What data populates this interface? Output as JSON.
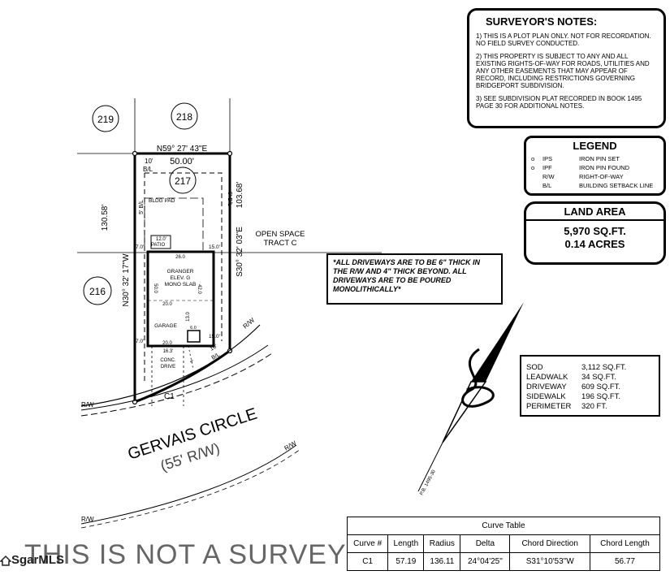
{
  "surveyor_notes": {
    "title": "SURVEYOR'S NOTES:",
    "notes": [
      "1) THIS IS A PLOT PLAN ONLY. NOT FOR RECORDATION. NO FIELD SURVEY CONDUCTED.",
      "2) THIS PROPERTY IS SUBJECT TO ANY AND ALL EXISTING RIGHTS-OF-WAY FOR ROADS, UTILITIES AND ANY OTHER EASEMENTS THAT MAY APPEAR OF RECORD, INCLUDING RESTRICTIONS GOVERNING BRIDGEPORT SUBDIVISION.",
      "3) SEE SUBDIVISION PLAT RECORDED IN BOOK 1495 PAGE 30 FOR ADDITIONAL NOTES."
    ]
  },
  "legend": {
    "title": "LEGEND",
    "rows": [
      {
        "symbol": "o",
        "abbr": "IPS",
        "desc": "IRON PIN SET"
      },
      {
        "symbol": "o",
        "abbr": "IPF",
        "desc": "IRON PIN FOUND"
      },
      {
        "symbol": "",
        "abbr": "R/W",
        "desc": "RIGHT-OF-WAY"
      },
      {
        "symbol": "",
        "abbr": "B/L",
        "desc": "BUILDING SETBACK LINE"
      }
    ]
  },
  "land_area": {
    "title": "LAND AREA",
    "sqft": "5,970 SQ.FT.",
    "acres": "0.14 ACRES"
  },
  "driveway_note": "*ALL DRIVEWAYS ARE TO BE 6\" THICK IN THE R/W AND 4\" THICK BEYOND. ALL DRIVEWAYS ARE TO BE POURED MONOLITHICALLY*",
  "areas": [
    {
      "label": "SOD",
      "value": "3,112 SQ.FT."
    },
    {
      "label": "LEADWALK",
      "value": "34 SQ.FT."
    },
    {
      "label": "DRIVEWAY",
      "value": "609 SQ.FT."
    },
    {
      "label": "SIDEWALK",
      "value": "196 SQ.FT."
    },
    {
      "label": "PERIMETER",
      "value": "320 FT."
    }
  ],
  "curve_table": {
    "title": "Curve Table",
    "headers": [
      "Curve #",
      "Length",
      "Radius",
      "Delta",
      "Chord Direction",
      "Chord Length"
    ],
    "rows": [
      [
        "C1",
        "57.19",
        "136.11",
        "24°04'25\"",
        "S31°10'53\"W",
        "56.77"
      ]
    ]
  },
  "plot": {
    "lots": [
      "219",
      "218",
      "217",
      "216"
    ],
    "bearing_top": "N59° 27' 43\"E",
    "dist_top": "50.00'",
    "bearing_left": "N30° 32' 17\"W",
    "dist_left": "130.58'",
    "bearing_right": "S30° 32' 03\"E",
    "dist_right": "103.68'",
    "open_space": "OPEN SPACE",
    "tract": "TRACT C",
    "setback_10": "10'",
    "bl": "B/L",
    "setback_5": "5' B/L",
    "bldg_pad": "BLDG PAD",
    "patio_dim": "12.0'",
    "patio": "PATIO",
    "house_name": "GRANGER",
    "house_elev": "ELEV. G",
    "house_slab": "MONO SLAB",
    "dim_26": "26.0",
    "dim_50": "50.0",
    "dim_42": "42.0",
    "dim_20a": "20.0",
    "dim_20b": "20.0",
    "dim_13": "13.0",
    "dim_6": "6.0",
    "garage": "GARAGE",
    "dim_7a": "7.0'",
    "dim_7b": "7.0'",
    "dim_15a": "15.0'",
    "dim_15b": "15.0'",
    "dim_163": "16.3'",
    "dim_10b": "10'",
    "conc": "CONC.",
    "drive": "DRIVE",
    "dim_4": "4'",
    "curve_label": "C1",
    "rw": "R/W",
    "street": "GERVAIS CIRCLE",
    "street_rw": "(55' R/W)",
    "pb": "P.B. 1495-30"
  },
  "watermark": "THIS IS NOT A SURVEY",
  "mls": "SgarMLS"
}
